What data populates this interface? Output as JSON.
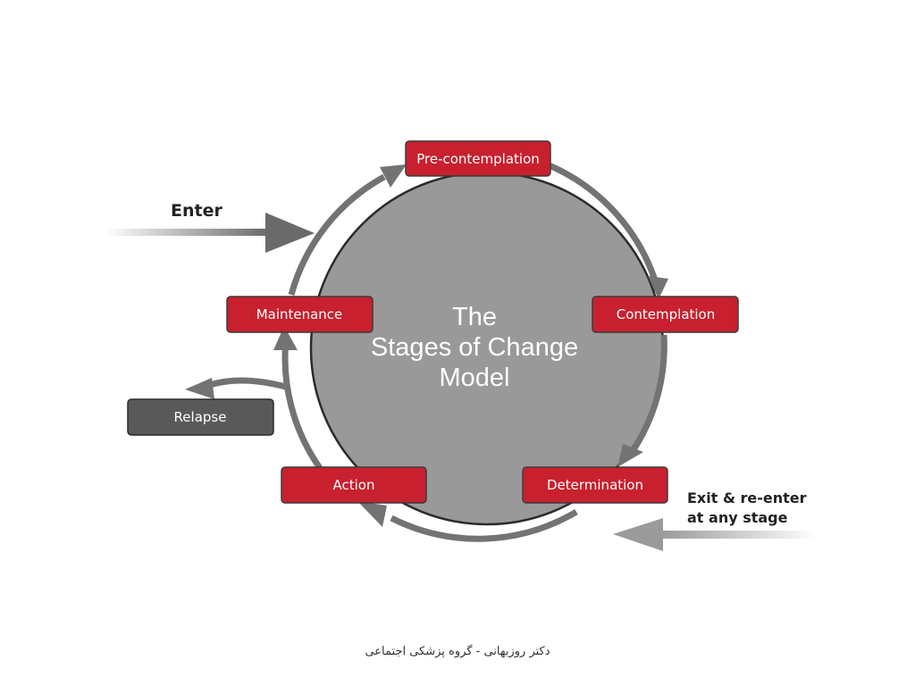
{
  "diagram": {
    "center_title": {
      "line1": "The",
      "line2": "Stages of Change",
      "line3": "Model"
    },
    "stages": {
      "precontemplation": "Pre-contemplation",
      "contemplation": "Contemplation",
      "determination": "Determination",
      "action": "Action",
      "maintenance": "Maintenance",
      "relapse": "Relapse"
    },
    "enter_label": "Enter",
    "exit_label": {
      "line1": "Exit & re-enter",
      "line2": "at any stage"
    }
  },
  "footer": {
    "text": "دکتر روزبهانی - گروه پزشکی اجتماعی"
  },
  "colors": {
    "stage_red": "#c8202e",
    "relapse_gray": "#595959",
    "center_gray": "#999999",
    "arrow_gray": "#737373"
  }
}
